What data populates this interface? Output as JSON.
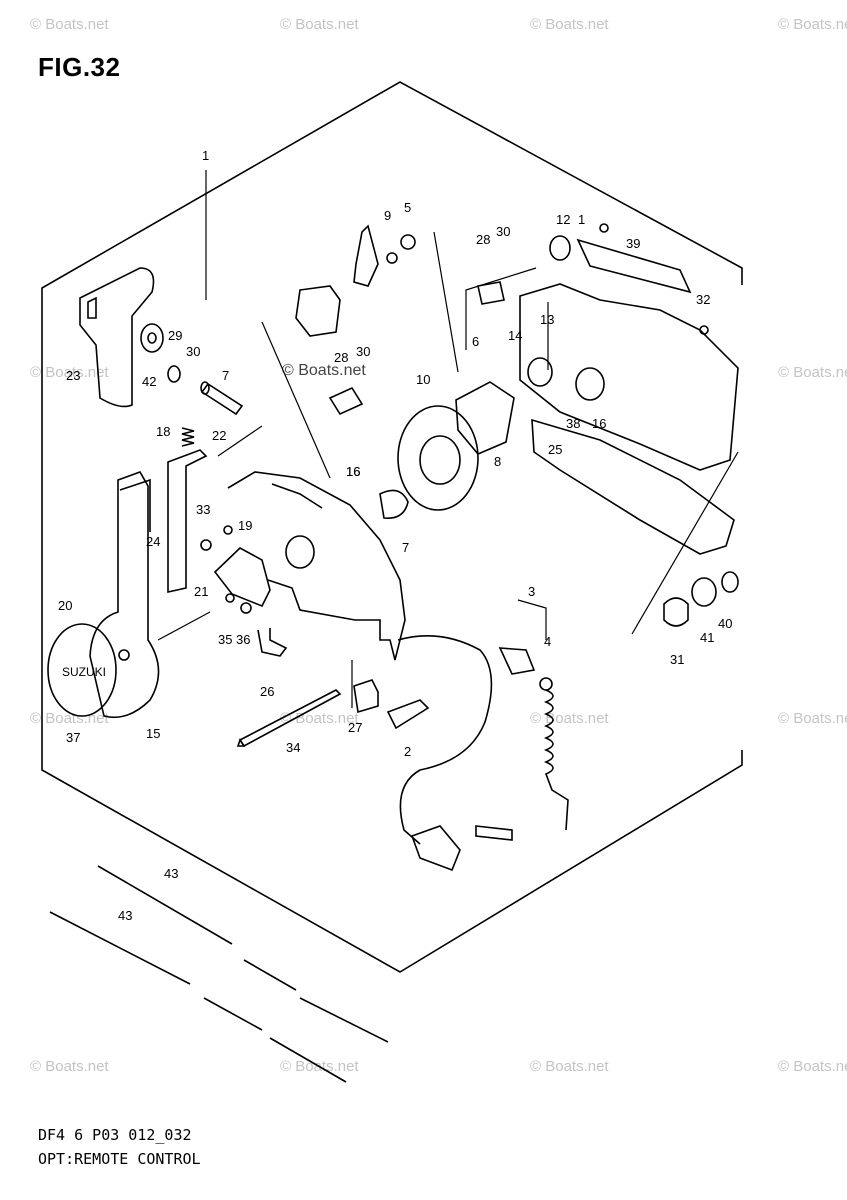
{
  "figure": {
    "title": "FIG.32",
    "code": "DF4 6 P03 012_032",
    "caption": "OPT:REMOTE CONTROL"
  },
  "watermark": "© Boats.net",
  "callouts": [
    "1",
    "1",
    "2",
    "3",
    "4",
    "5",
    "6",
    "7",
    "7",
    "8",
    "9",
    "10",
    "12",
    "13",
    "14",
    "15",
    "16",
    "16",
    "16",
    "18",
    "19",
    "20",
    "21",
    "22",
    "23",
    "24",
    "25",
    "26",
    "27",
    "28",
    "28",
    "29",
    "30",
    "30",
    "30",
    "31",
    "32",
    "33",
    "34",
    "35",
    "36",
    "37",
    "38",
    "39",
    "40",
    "41",
    "42",
    "43",
    "43"
  ]
}
